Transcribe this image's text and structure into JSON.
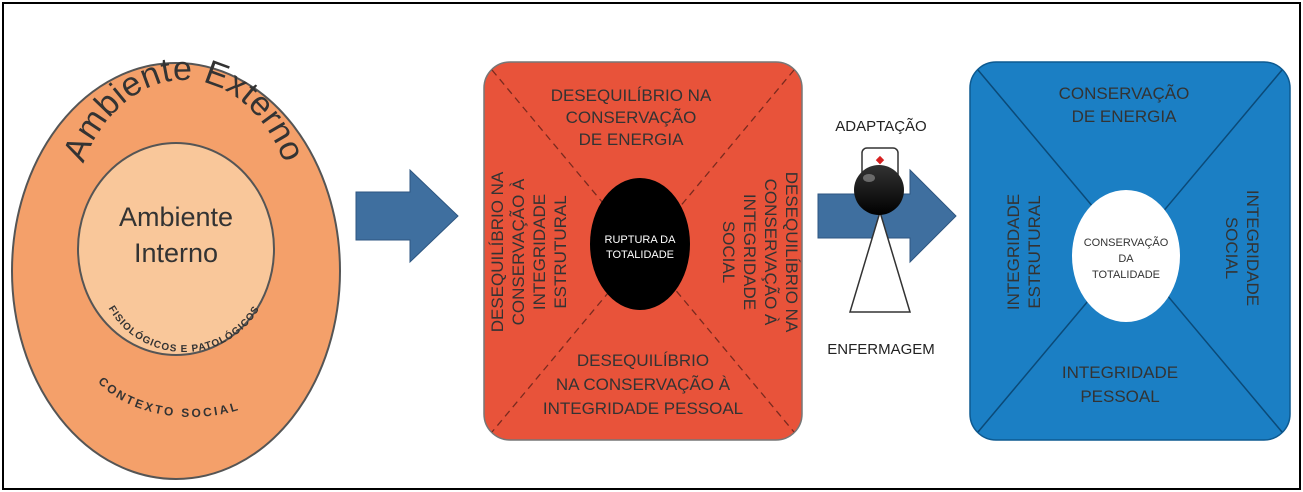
{
  "outer_ellipse": {
    "title": "Ambiente Externo",
    "inner_title_line1": "Ambiente",
    "inner_title_line2": "Interno",
    "inner_arc_text": "FISIOLÓGICOS E PATOLÓGICOS",
    "outer_arc_text": "CONTEXTO SOCIAL"
  },
  "red_box": {
    "top_line1": "DESEQUILÍBRIO NA",
    "top_line2": "CONSERVAÇÃO",
    "top_line3": "DE ENERGIA",
    "left_line1": "DESEQUILÍBRIO NA",
    "left_line2": "CONSERVAÇÃO À",
    "left_line3": "INTEGRIDADE",
    "left_line4": "ESTRUTURAL",
    "right_line1": "DESEQUILÍBRIO NA",
    "right_line2": "CONSERVAÇÃO À",
    "right_line3": "INTEGRIDADE",
    "right_line4": "SOCIAL",
    "bottom_line1": "DESEQUILÍBRIO",
    "bottom_line2": "NA CONSERVAÇÃO À",
    "bottom_line3": "INTEGRIDADE PESSOAL",
    "center_line1": "RUPTURA DA",
    "center_line2": "TOTALIDADE"
  },
  "nurse": {
    "top_label": "ADAPTAÇÃO",
    "bottom_label": "ENFERMAGEM"
  },
  "blue_box": {
    "top_line1": "CONSERVAÇÃO",
    "top_line2": "DE ENERGIA",
    "left_line1": "INTEGRIDADE",
    "left_line2": "ESTRUTURAL",
    "right_line1": "INTEGRIDADE",
    "right_line2": "SOCIAL",
    "bottom_line1": "INTEGRIDADE",
    "bottom_line2": "PESSOAL",
    "center_line1": "CONSERVAÇÃO",
    "center_line2": "DA",
    "center_line3": "TOTALIDADE"
  },
  "colors": {
    "outer_orange": "#f4a06a",
    "inner_orange": "#f9c79a",
    "red_box": "#e8533a",
    "blue_box": "#1b7fc4",
    "arrow_blue": "#3f6f9f",
    "dark_text": "#333333"
  }
}
